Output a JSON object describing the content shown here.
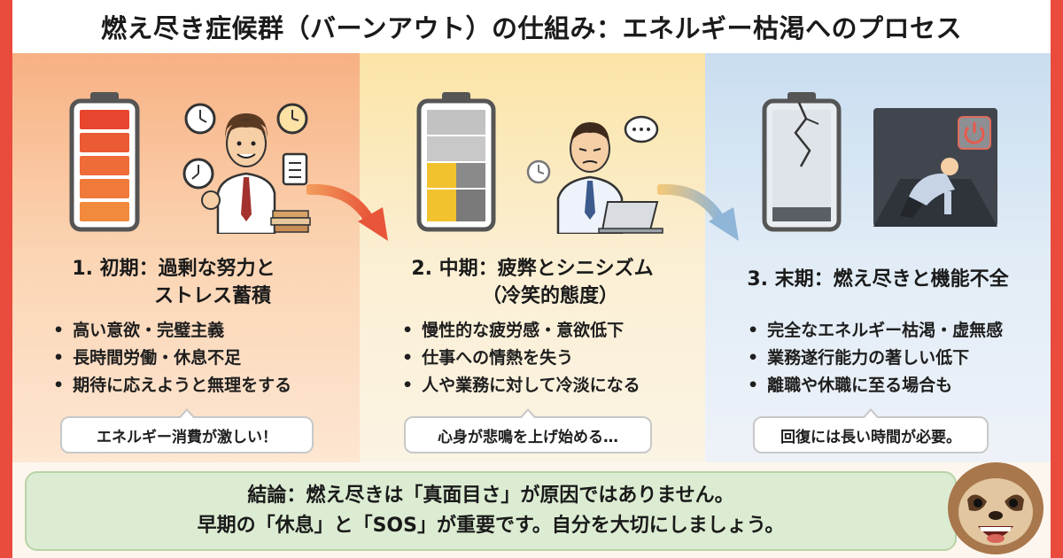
{
  "title": "燃え尽き症候群（バーンアウト）の仕組み：エネルギー枯渇へのプロセス",
  "stages": [
    {
      "title_lines": [
        "1. 初期：過剰な努力と",
        "ストレス蓄積"
      ],
      "bullets": [
        "高い意欲・完璧主義",
        "長時間労働・休息不足",
        "期待に応えようと無理をする"
      ],
      "callout": "エネルギー消費が激しい！",
      "battery_level": 1.0
    },
    {
      "title_lines": [
        "2. 中期：疲弊とシニシズム",
        "（冷笑的態度）"
      ],
      "bullets": [
        "慢性的な疲労感・意欲低下",
        "仕事への情熱を失う",
        "人や業務に対して冷淡になる"
      ],
      "callout": "心身が悲鳴を上げ始める…",
      "battery_level": 0.4
    },
    {
      "title_lines": [
        "3. 末期：燃え尽きと機能不全"
      ],
      "bullets": [
        "完全なエネルギー枯渇・虚無感",
        "業務遂行能力の著しい低下",
        "離職や休職に至る場合も"
      ],
      "callout": "回復には長い時間が必要。",
      "battery_level": 0.0
    }
  ],
  "conclusion": {
    "line1": "結論：燃え尽きは「真面目さ」が原因ではありません。",
    "line2": "早期の「休息」と「SOS」が重要です。自分を大切にしましょう。"
  },
  "icons": {
    "stage1": [
      "battery-full-icon",
      "clock-icon",
      "man-energetic-icon",
      "checklist-icon",
      "books-icon"
    ],
    "stage2": [
      "battery-half-icon",
      "clock-icon",
      "man-tired-icon",
      "laptop-icon",
      "speech-bubble-icon"
    ],
    "stage3": [
      "battery-empty-cracked-icon",
      "power-icon",
      "man-collapsed-icon"
    ],
    "mascot": "sloth-icon"
  },
  "colors": {
    "frame": "#e94b3c",
    "stage1_bg": "#f7b183",
    "stage2_bg": "#fbe4a6",
    "stage3_bg": "#c9ddf0",
    "conclusion_bg": "#dcecd2",
    "battery_red": "#e8452f",
    "battery_yellow": "#f2c12e"
  }
}
